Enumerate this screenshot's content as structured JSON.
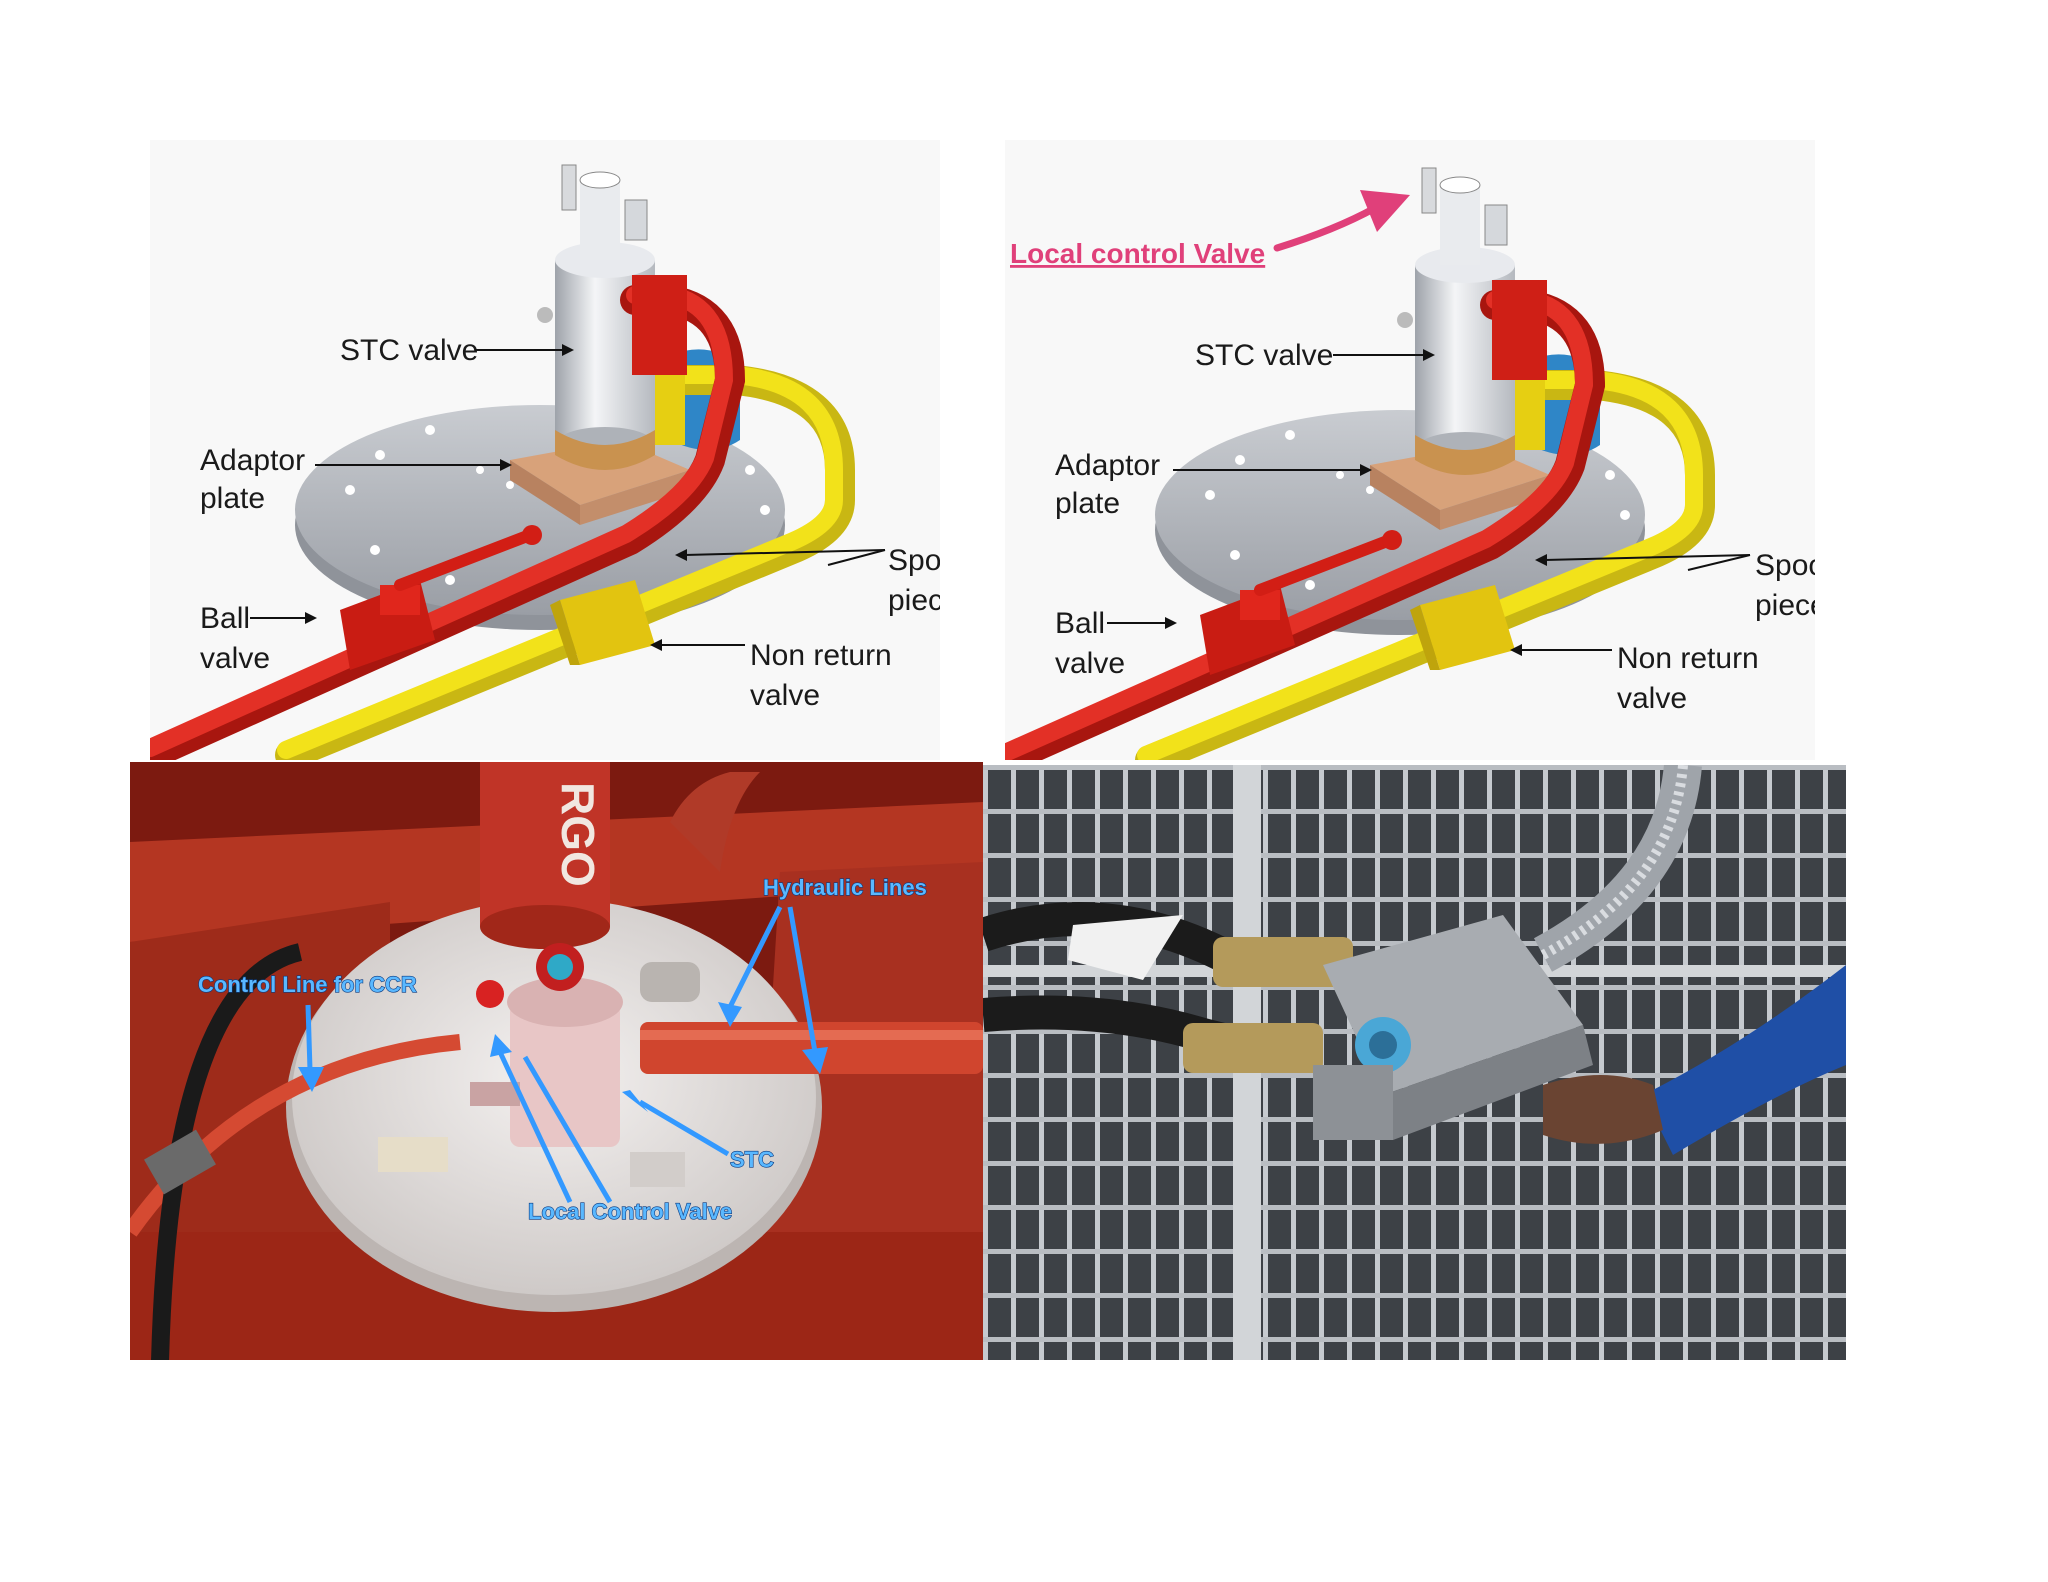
{
  "diagram_left": {
    "labels": {
      "stc_valve": "STC valve",
      "adaptor_1": "Adaptor",
      "adaptor_2": "plate",
      "ball_1": "Ball",
      "ball_2": "valve",
      "spool_1": "Spool",
      "spool_2": "pieces",
      "nonreturn_1": "Non return",
      "nonreturn_2": "valve"
    }
  },
  "diagram_right": {
    "callout": "Local control Valve",
    "labels": {
      "stc_valve": "STC valve",
      "adaptor_1": "Adaptor",
      "adaptor_2": "plate",
      "ball_1": "Ball",
      "ball_2": "valve",
      "spool_1": "Spool",
      "spool_2": "pieces",
      "nonreturn_1": "Non return",
      "nonreturn_2": "valve"
    }
  },
  "photo_deck": {
    "pipe_text": "RGO",
    "labels": {
      "hydraulic_lines": "Hydraulic Lines",
      "control_line": "Control Line for CCR",
      "stc": "STC",
      "local_control_valve": "Local Control Valve"
    }
  },
  "colors": {
    "pipe_red": "#d8261c",
    "pipe_yellow": "#f2e21a",
    "flange_grey": "#b9bcc2",
    "adaptor_tan": "#d8a27a",
    "callout_pink": "#e0407a",
    "annotation_blue": "#3399ff"
  }
}
